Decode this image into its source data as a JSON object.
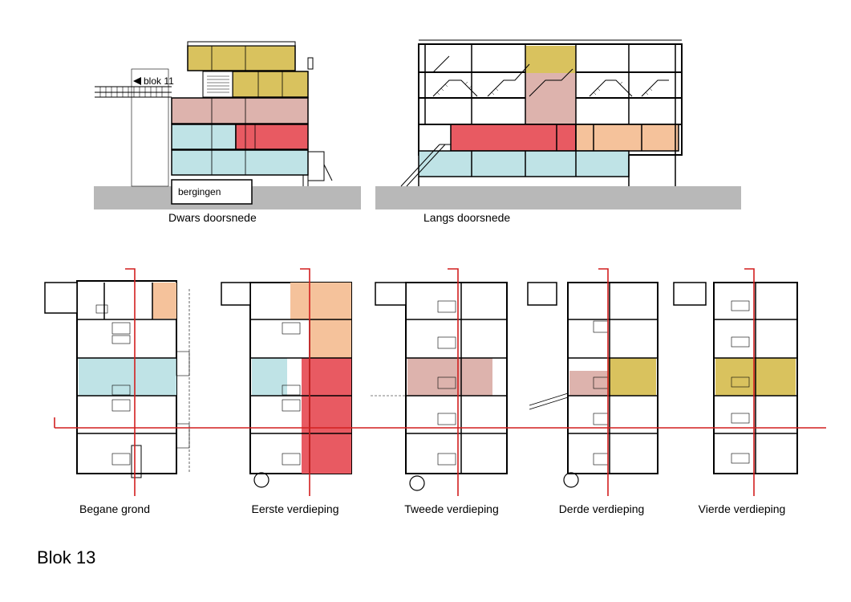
{
  "sections": {
    "dwars": {
      "caption": "Dwars doorsnede",
      "label_blok11": "blok 11",
      "label_bergingen": "bergingen"
    },
    "langs": {
      "caption": "Langs doorsnede"
    }
  },
  "floorplans": [
    {
      "id": "begane",
      "caption": "Begane grond"
    },
    {
      "id": "eerste",
      "caption": "Eerste verdieping"
    },
    {
      "id": "tweede",
      "caption": "Tweede verdieping"
    },
    {
      "id": "derde",
      "caption": "Derde verdieping"
    },
    {
      "id": "vierde",
      "caption": "Vierde verdieping"
    }
  ],
  "title": "Blok 13",
  "colors": {
    "ground": "#b8b8b8",
    "yellow": "#d9c25e",
    "pink": "#ddb3ad",
    "cyan": "#bfe3e6",
    "red": "#e85a62",
    "orange": "#f5c29b",
    "cut_line": "#d21f1f",
    "wall": "#1a1a1a"
  }
}
